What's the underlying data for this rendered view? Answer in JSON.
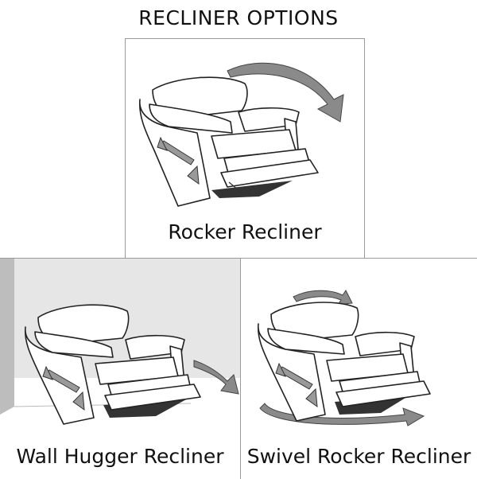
{
  "title": "RECLINER OPTIONS",
  "options": [
    {
      "label": "Rocker Recliner"
    },
    {
      "label": "Wall Hugger Recliner"
    },
    {
      "label": "Swivel Rocker Recliner"
    }
  ]
}
